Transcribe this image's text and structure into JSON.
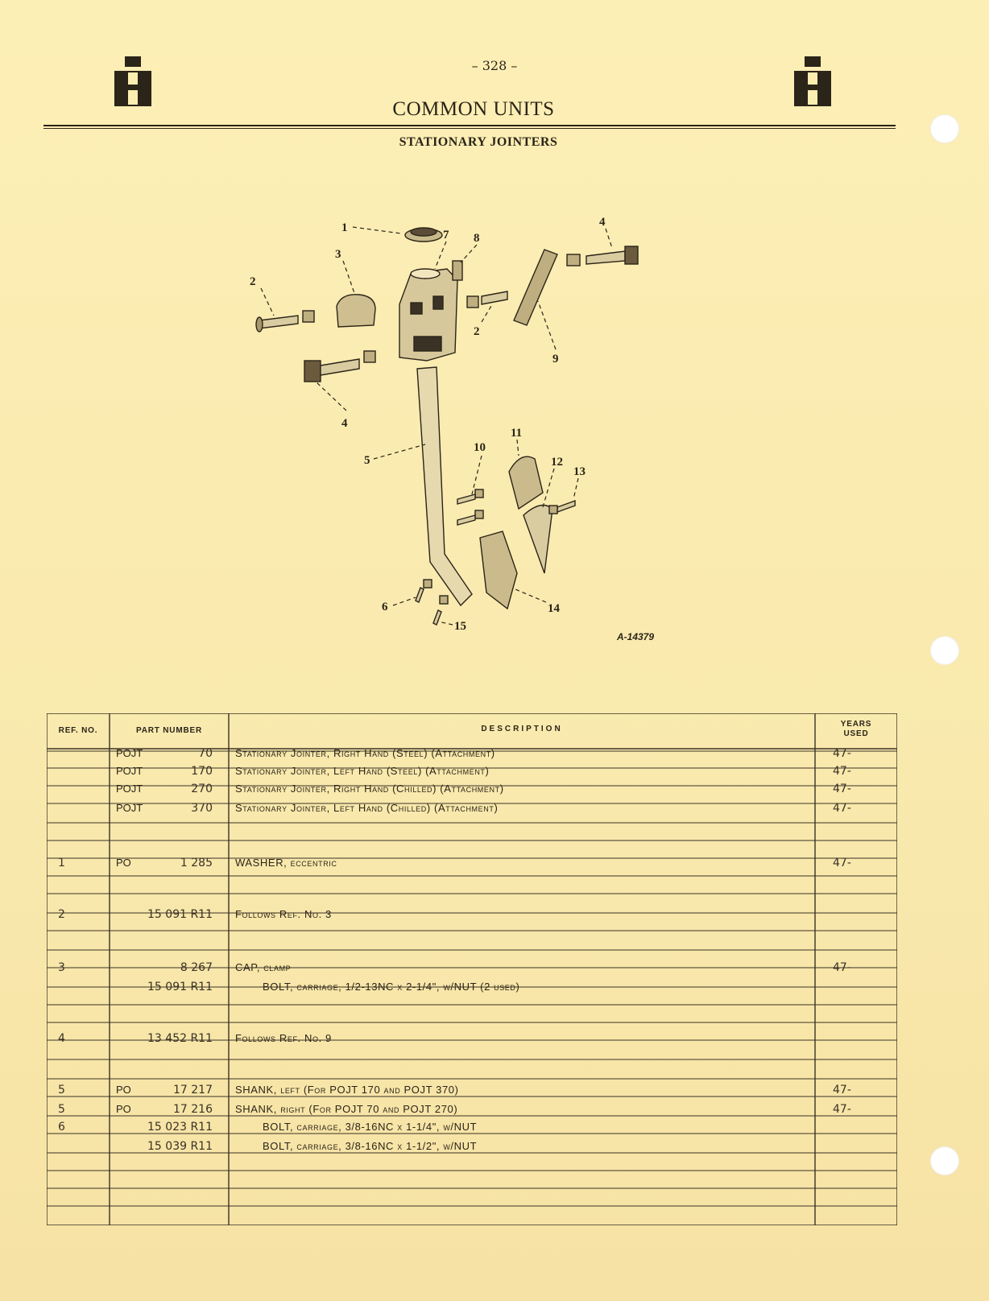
{
  "page": {
    "number": "– 328 –",
    "title": "COMMON UNITS",
    "subtitle": "STATIONARY JOINTERS",
    "figure_id": "A-14379",
    "logo_left": "ih-logo-icon",
    "logo_right": "ih-logo-icon"
  },
  "diagram": {
    "callouts": [
      "1",
      "2",
      "3",
      "4",
      "5",
      "6",
      "7",
      "8",
      "9",
      "10",
      "11",
      "12",
      "13",
      "14",
      "15",
      "2",
      "4"
    ]
  },
  "table": {
    "headers": {
      "ref_no": "REF. NO.",
      "part_number": "PART NUMBER",
      "description": "DESCRIPTION",
      "years_line1": "YEARS",
      "years_line2": "USED"
    },
    "rows": [
      {
        "ref": "",
        "prefix": "POJT",
        "num": "70",
        "desc": "Stationary Jointer, Right Hand (Steel) (Attachment)",
        "years": "47-"
      },
      {
        "ref": "",
        "prefix": "POJT",
        "num": "170",
        "desc": "Stationary Jointer, Left Hand (Steel) (Attachment)",
        "years": "47-"
      },
      {
        "ref": "",
        "prefix": "POJT",
        "num": "270",
        "desc": "Stationary Jointer, Right Hand (Chilled) (Attachment)",
        "years": "47-"
      },
      {
        "ref": "",
        "prefix": "POJT",
        "num": "370",
        "desc": "Stationary Jointer, Left Hand (Chilled) (Attachment)",
        "years": "47-"
      },
      {
        "ref": "1",
        "prefix": "PO",
        "num": "1 285",
        "desc": "WASHER, eccentric",
        "years": "47-"
      },
      {
        "ref": "2",
        "prefix": "",
        "num": "15 091 R11",
        "desc": "Follows Ref. No. 3",
        "years": ""
      },
      {
        "ref": "3",
        "prefix": "",
        "num": "8 267",
        "desc": "CAP, clamp",
        "years": "47-"
      },
      {
        "ref": "",
        "prefix": "",
        "num": "15 091 R11",
        "desc": "BOLT, carriage, 1/2-13NC x 2-1/4\", w/NUT (2 used)",
        "years": ""
      },
      {
        "ref": "4",
        "prefix": "",
        "num": "13 452 R11",
        "desc": "Follows Ref. No. 9",
        "years": ""
      },
      {
        "ref": "5",
        "prefix": "PO",
        "num": "17 217",
        "desc": "SHANK, left (For POJT 170 and POJT 370)",
        "years": "47-"
      },
      {
        "ref": "5",
        "prefix": "PO",
        "num": "17 216",
        "desc": "SHANK, right (For POJT 70 and POJT 270)",
        "years": "47-"
      },
      {
        "ref": "6",
        "prefix": "",
        "num": "15 023 R11",
        "desc": "BOLT, carriage, 3/8-16NC x 1-1/4\", w/NUT",
        "years": ""
      },
      {
        "ref": "",
        "prefix": "",
        "num": "15 039 R11",
        "desc": "BOLT, carriage, 3/8-16NC x 1-1/2\", w/NUT",
        "years": ""
      }
    ]
  }
}
